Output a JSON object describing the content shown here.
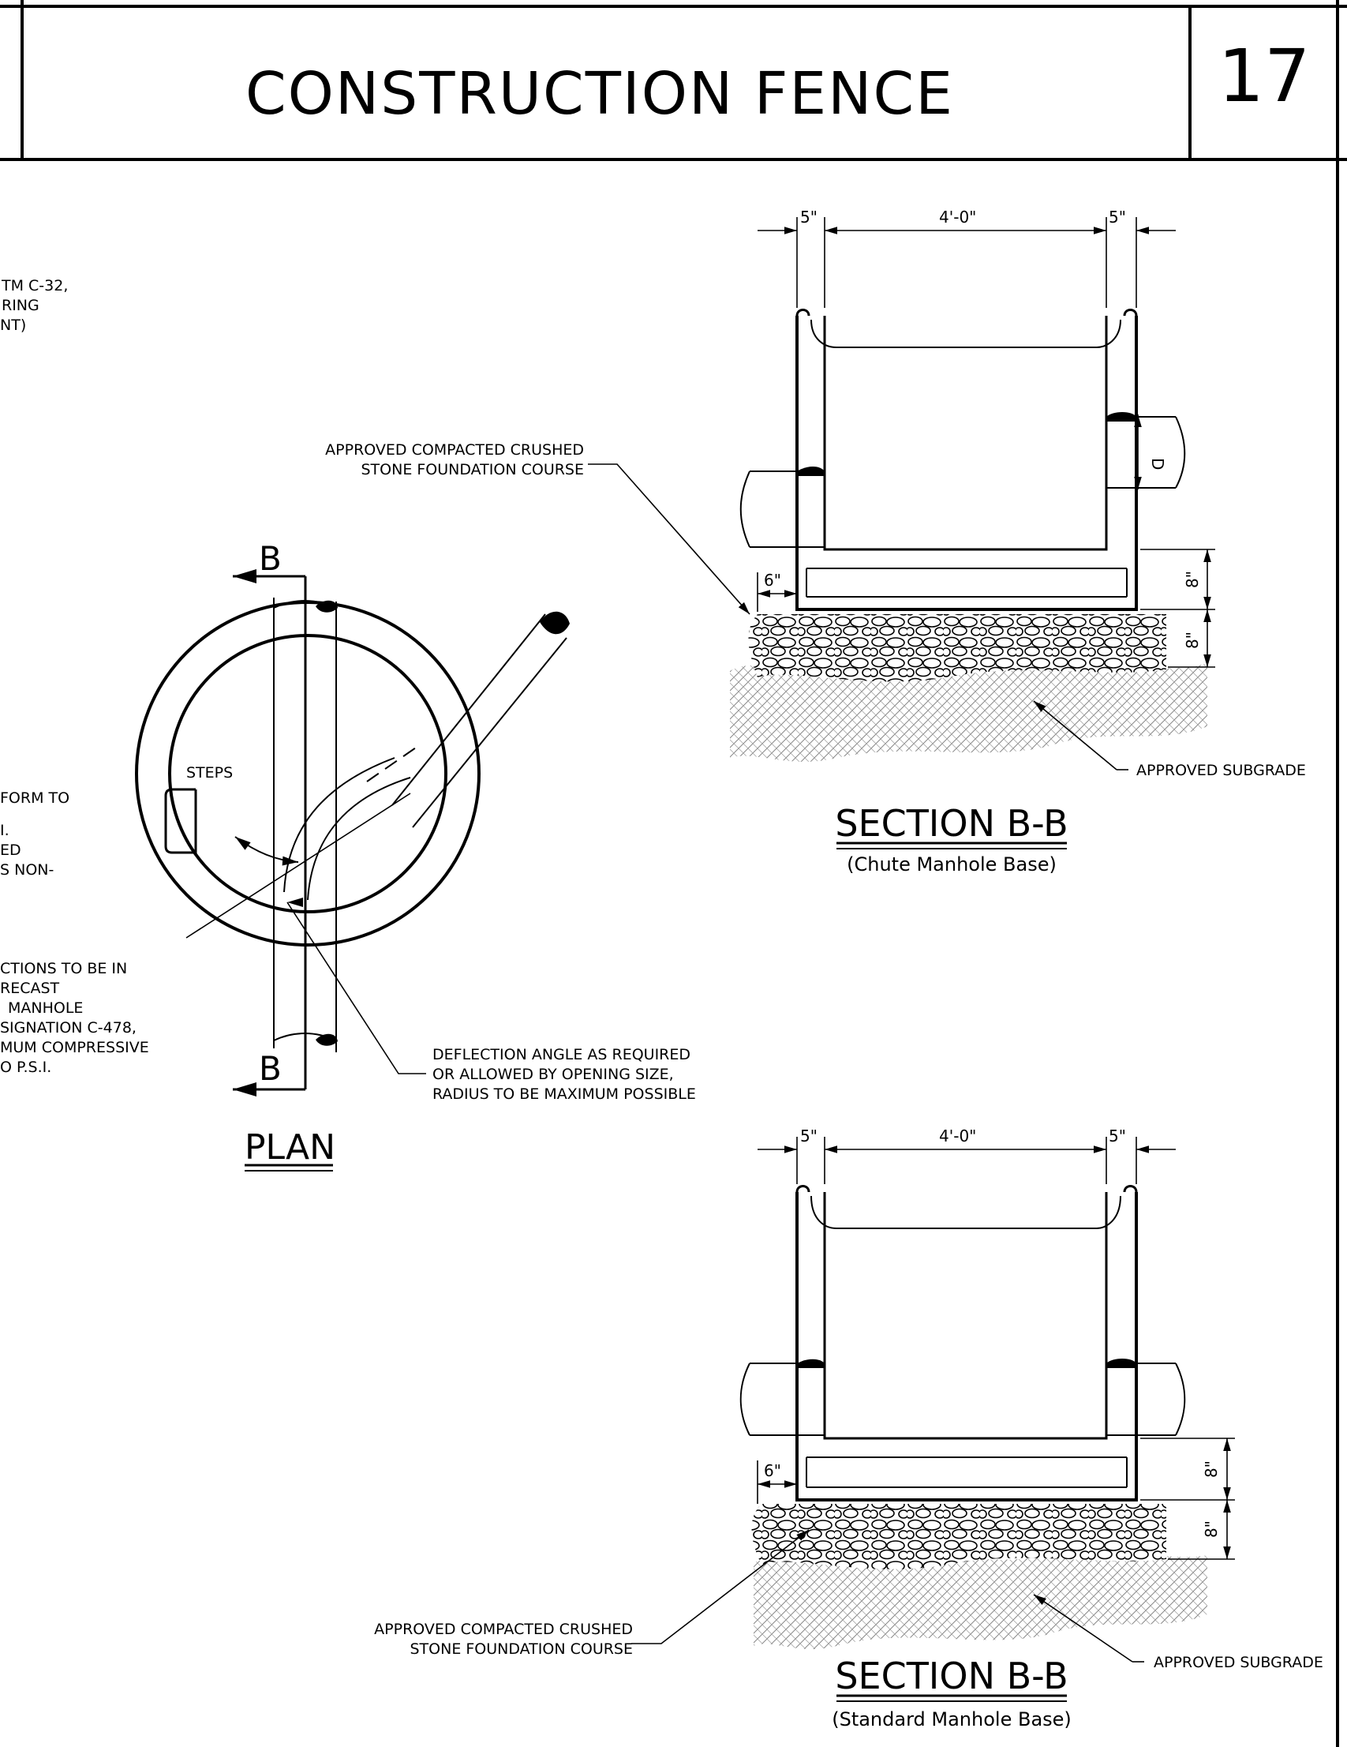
{
  "title": "CONSTRUCTION FENCE",
  "sheet_number": "17",
  "notes_fragments": [
    "TM C-32,",
    "RING",
    "NT)",
    "FORM TO",
    "I.",
    "ED",
    "S NON-",
    "CTIONS TO BE IN",
    "RECAST",
    "MANHOLE",
    "SIGNATION C-478,",
    "MUM COMPRESSIVE",
    "O P.S.I."
  ],
  "plan": {
    "title": "PLAN",
    "section_mark_top": "B",
    "section_mark_bottom": "B",
    "steps_label": "STEPS",
    "deflection_note": [
      "DEFLECTION ANGLE AS REQUIRED",
      "OR ALLOWED BY OPENING SIZE,",
      "RADIUS TO BE MAXIMUM POSSIBLE"
    ]
  },
  "section_chute": {
    "title": "SECTION B-B",
    "subtitle": "(Chute Manhole Base)",
    "dim_wall_left": "5\"",
    "dim_inside": "4'-0\"",
    "dim_wall_right": "5\"",
    "dim_pipe": "D",
    "dim_projection": "6\"",
    "dim_base": "8\"",
    "dim_stone": "8\"",
    "label_foundation": [
      "APPROVED COMPACTED CRUSHED",
      "STONE FOUNDATION COURSE"
    ],
    "label_subgrade": "APPROVED SUBGRADE"
  },
  "section_standard": {
    "title": "SECTION B-B",
    "subtitle": "(Standard Manhole Base)",
    "dim_wall_left": "5\"",
    "dim_inside": "4'-0\"",
    "dim_wall_right": "5\"",
    "dim_projection": "6\"",
    "dim_base": "8\"",
    "dim_stone": "8\"",
    "label_foundation": [
      "APPROVED COMPACTED CRUSHED",
      "STONE FOUNDATION COURSE"
    ],
    "label_subgrade": "APPROVED SUBGRADE"
  }
}
